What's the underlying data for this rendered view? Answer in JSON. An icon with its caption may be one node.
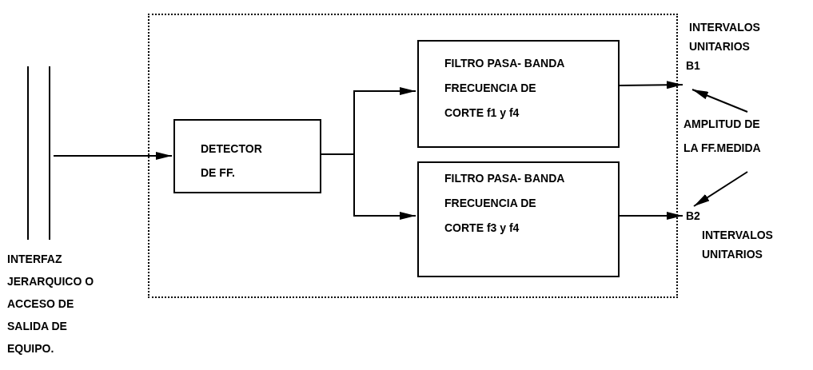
{
  "diagram": {
    "nodes": [
      {
        "text": [],
        "shape": "box"
      },
      {
        "text": [],
        "shape": "bar",
        "beside": [
          "INTERFAZ JERARQUICO O ACCESO DE SALIDA DE EQUIPO."
        ]
      },
      {
        "text": [
          "DETECTOR DE FF."
        ],
        "in": 0
      },
      {
        "text": [
          "FILTRO PASA- BANDA FRECUENCIA DE CORTE f1 y f4"
        ],
        "in": 0
      },
      {
        "text": [
          "FILTRO PASA- BANDA FRECUENCIA DE CORTE f3 y f4"
        ],
        "in": 0
      },
      {
        "text": [
          "INTERVALOS UNITARIOS",
          "B1"
        ]
      },
      {
        "text": [
          "B2",
          "INTERVALOS UNITARIOS"
        ]
      },
      {
        "text": [
          "AMPLITUD DE LA FF.MEDIDA"
        ]
      }
    ],
    "edges": [
      {
        "from": 1,
        "to": 2,
        "arrow": "to"
      },
      {
        "from": 2,
        "to": 3,
        "arrow": "to"
      },
      {
        "from": 2,
        "to": 4,
        "arrow": "to"
      },
      {
        "from": 3,
        "to": 5,
        "arrow": "to"
      },
      {
        "from": 4,
        "to": 6,
        "arrow": "to"
      },
      {
        "from": 7,
        "to": 5,
        "arrow": "to"
      },
      {
        "from": 7,
        "to": 6,
        "arrow": "to"
      }
    ]
  }
}
